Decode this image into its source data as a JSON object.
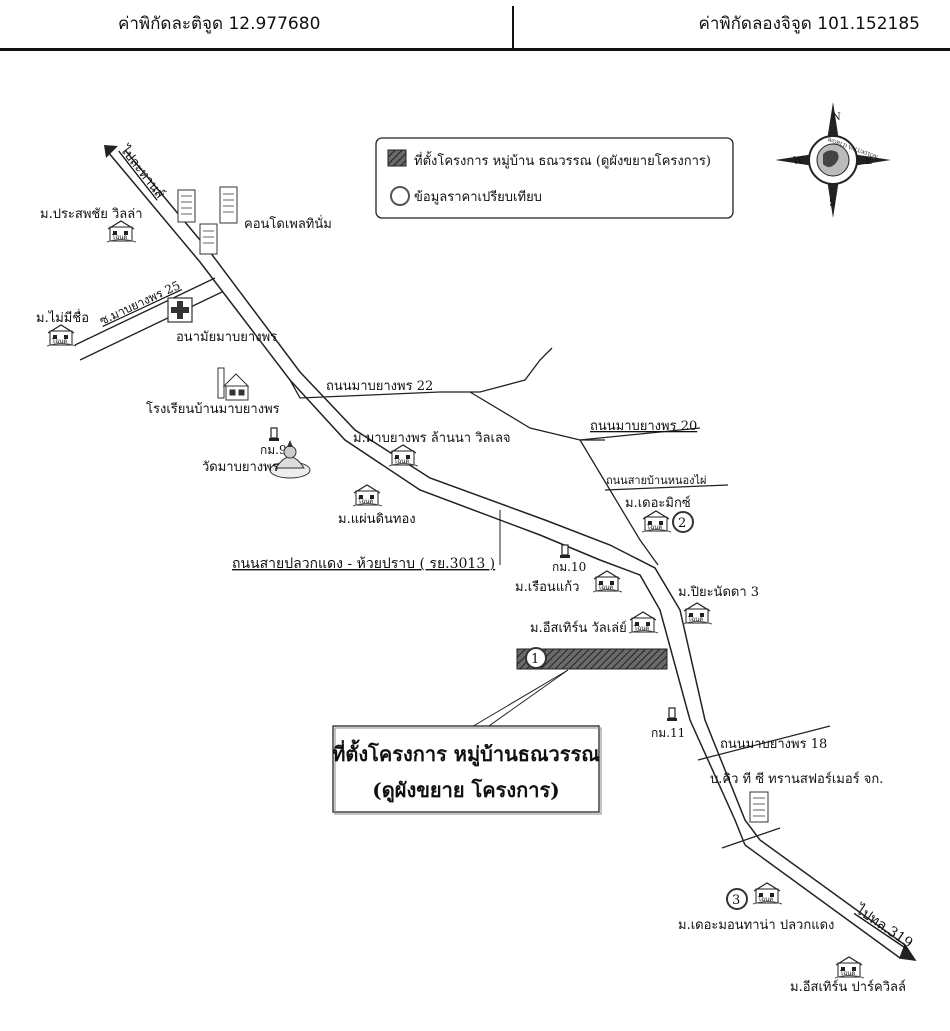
{
  "header": {
    "latitude": "ค่าพิกัดละติจูด 12.977680",
    "longitude": "ค่าพิกัดลองจิจูด 101.152185"
  },
  "legend": {
    "project_site": "ที่ตั้งโครงการ หมู่บ้าน ธณวรรณ (ดูผังขยายโครงการ)",
    "comparables": "ข้อมูลราคาเปรียบเทียบ"
  },
  "compass": {
    "n": "N",
    "s": "S",
    "e": "E",
    "w": "W",
    "ring": "WORLD VALUATION"
  },
  "roads": {
    "to_lakhasat": "ไปละหานส์",
    "soi25": "ซ.มาบยางพร 25",
    "road22": "ถนนมาบยางพร 22",
    "road20": "ถนนมาบยางพร 20",
    "road_nongkai": "ถนนสายบ้านหนองไผ่",
    "main_road": "ถนนสายปลวกแดง - ห้วยปราบ ( รย.3013 )",
    "road18": "ถนนมาบยางพร 18",
    "to_hwy319": "ไปทล.319"
  },
  "places": {
    "prasopchai": "ม.ประสพชัย วิลล่า",
    "condo": "คอนโดเพลทินั่ม",
    "no_name": "ม.ไม่มีชื่อ",
    "health": "อนามัยมาบยางพร",
    "school": "โรงเรียนบ้านมาบยางพร",
    "km9": "กม.9",
    "temple": "วัดมาบยางพร",
    "lannavillage": "ม.มาบยางพร ล้านนา วิลเลจ",
    "phaendin": "ม.แผ่นดินทอง",
    "dreamix": "ม.เดอะมิกซ์",
    "km10": "กม.10",
    "rueankaew": "ม.เรือนแก้ว",
    "piyanatda": "ม.ปิยะนัดดา 3",
    "eastern_valley": "ม.อีสเทิร์น วัลเล่ย์",
    "km11": "กม.11",
    "bkq": "บ.คิว ที ซี ทรานสฟอร์เมอร์ จก.",
    "monthana": "ม.เดอะมอนทาน่า ปลวกแดง",
    "eastern_park": "ม.อีสเทิร์น ปาร์ควิลล์"
  },
  "markers": {
    "m1": "1",
    "m2": "2",
    "m3": "3"
  },
  "house_icon_text": "โฉนด",
  "callout": {
    "line1": "ที่ตั้งโครงการ หมู่บ้านธณวรรณ",
    "line2": "(ดูผังขยาย โครงการ)"
  },
  "colors": {
    "ink": "#111111",
    "site_fill": "#555555",
    "paper": "#ffffff"
  }
}
